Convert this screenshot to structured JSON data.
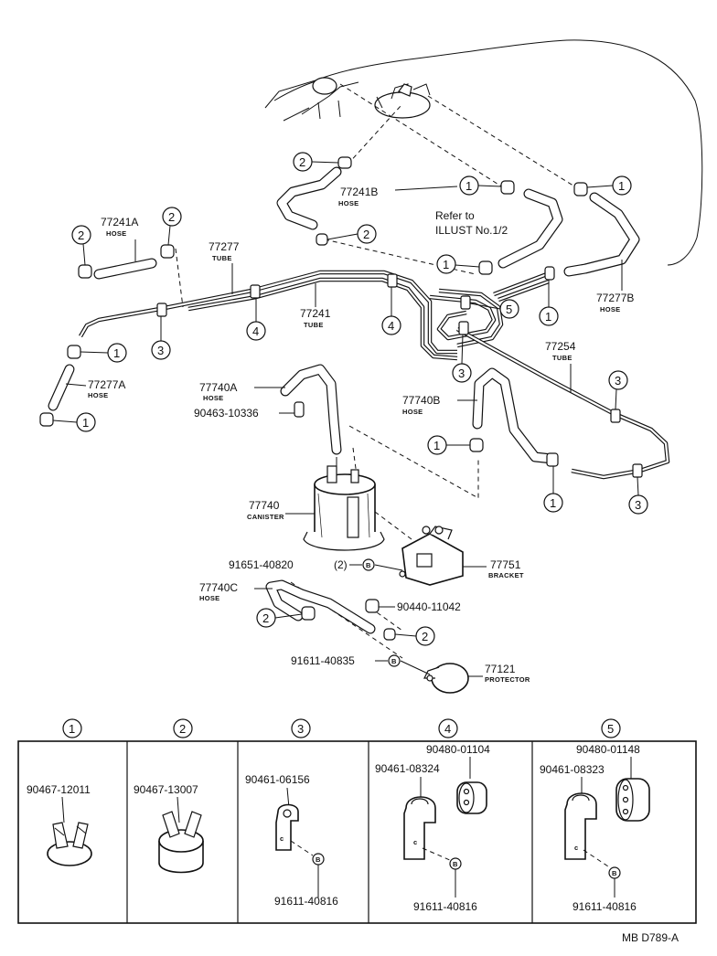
{
  "parts": [
    {
      "id": "p77241B",
      "number": "77241B",
      "type": "HOSE"
    },
    {
      "id": "p77241A",
      "number": "77241A",
      "type": "HOSE"
    },
    {
      "id": "p77277",
      "number": "77277",
      "type": "TUBE"
    },
    {
      "id": "p77241",
      "number": "77241",
      "type": "TUBE"
    },
    {
      "id": "p77277B",
      "number": "77277B",
      "type": "HOSE"
    },
    {
      "id": "p77254",
      "number": "77254",
      "type": "TUBE"
    },
    {
      "id": "p77277A",
      "number": "77277A",
      "type": "HOSE"
    },
    {
      "id": "p77740A",
      "number": "77740A",
      "type": "HOSE"
    },
    {
      "id": "p77740B",
      "number": "77740B",
      "type": "HOSE"
    },
    {
      "id": "p77740",
      "number": "77740",
      "type": "CANISTER"
    },
    {
      "id": "p77751",
      "number": "77751",
      "type": "BRACKET"
    },
    {
      "id": "p77740C",
      "number": "77740C",
      "type": "HOSE"
    },
    {
      "id": "p77121",
      "number": "77121",
      "type": "PROTECTOR"
    }
  ],
  "refer": {
    "line1": "Refer to",
    "line2": "ILLUST No.1/2"
  },
  "fasteners": {
    "f10336": "90463-10336",
    "f40820": "91651-40820",
    "f40820_qty": "(2)",
    "f11042": "90440-11042",
    "f40835": "91611-40835",
    "bolt_letter": "B"
  },
  "callouts": [
    "1",
    "2",
    "3",
    "4",
    "5"
  ],
  "legend": {
    "headers": [
      "1",
      "2",
      "3",
      "4",
      "5"
    ],
    "cell1": {
      "part": "90467-12011"
    },
    "cell2": {
      "part": "90467-13007"
    },
    "cell3": {
      "clamp": "90461-06156",
      "bolt": "91611-40816"
    },
    "cell4": {
      "cushion": "90480-01104",
      "clamp": "90461-08324",
      "bolt": "91611-40816"
    },
    "cell5": {
      "cushion": "90480-01148",
      "clamp": "90461-08323",
      "bolt": "91611-40816"
    }
  },
  "diagram_code": "MB D789-A"
}
